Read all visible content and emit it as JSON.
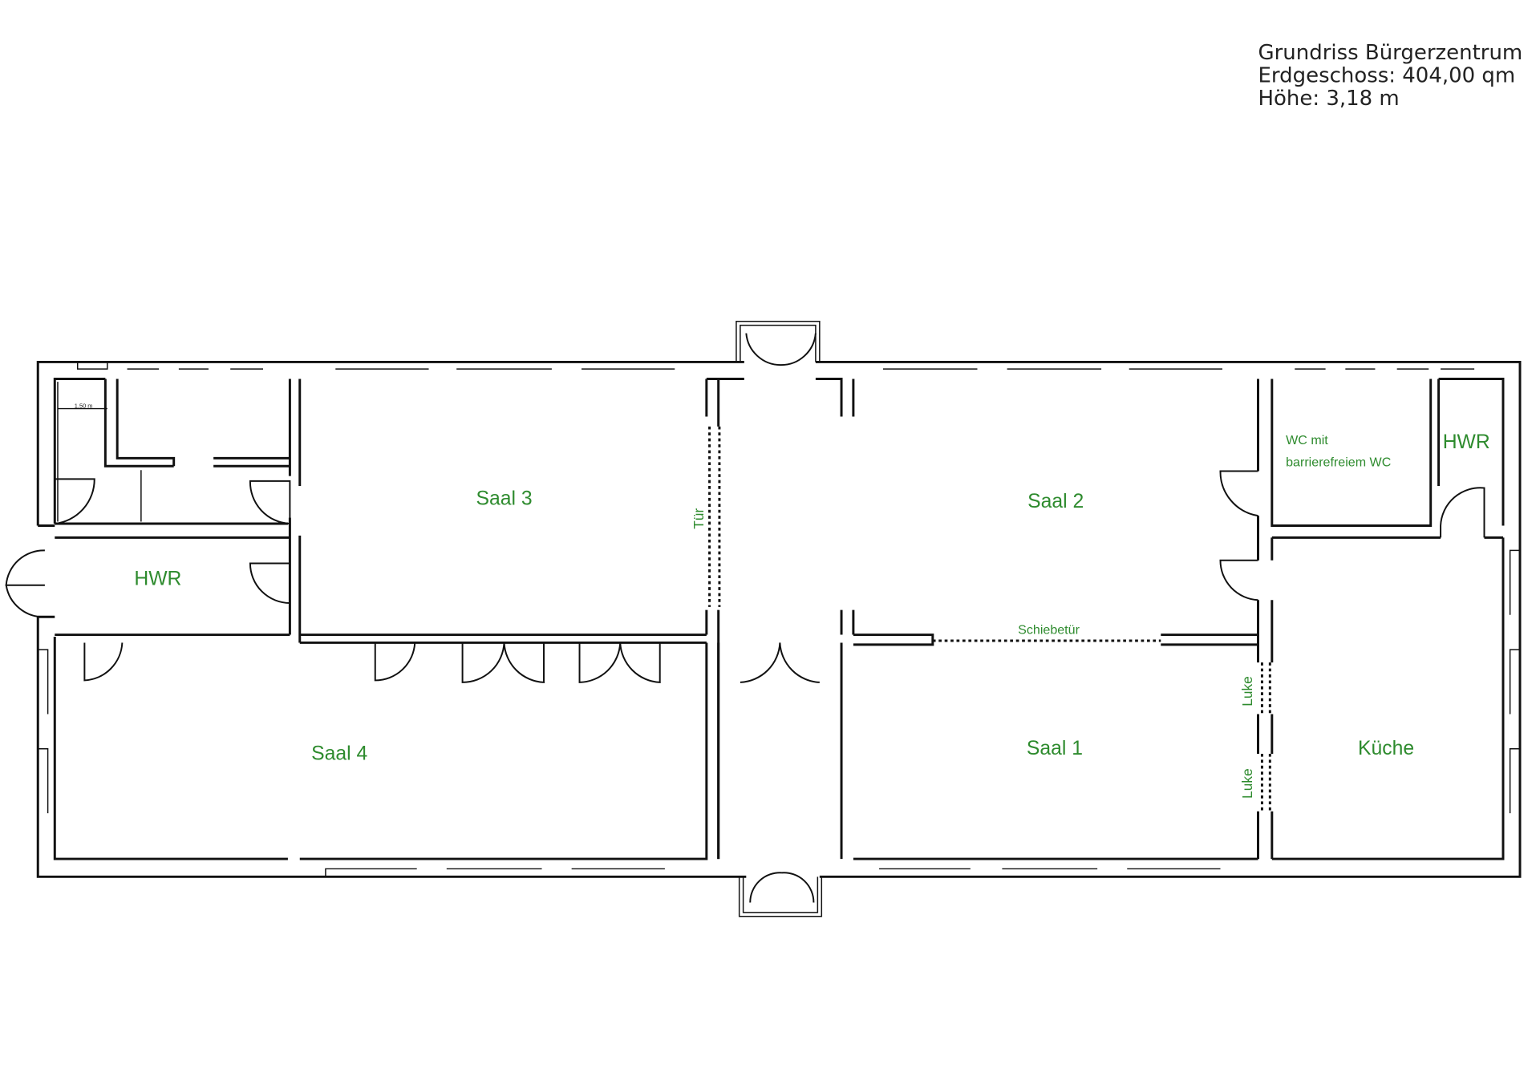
{
  "title": {
    "line1": "Grundriss Bürgerzentrum",
    "line2": "Erdgeschoss: 404,00 qm",
    "line3": "Höhe: 3,18 m"
  },
  "rooms": {
    "saal1": "Saal 1",
    "saal2": "Saal 2",
    "saal3": "Saal 3",
    "saal4": "Saal 4",
    "hwr_left": "HWR",
    "hwr_right": "HWR",
    "wc_line1": "WC mit",
    "wc_line2": "barrierefreiem WC",
    "kueche": "Küche"
  },
  "annotations": {
    "tuer": "Tür",
    "schiebetuer": "Schiebetür",
    "luke1": "Luke",
    "luke2": "Luke",
    "dimension": "1,50 m"
  },
  "colors": {
    "label": "#2e8b2e",
    "wall": "#111111"
  }
}
